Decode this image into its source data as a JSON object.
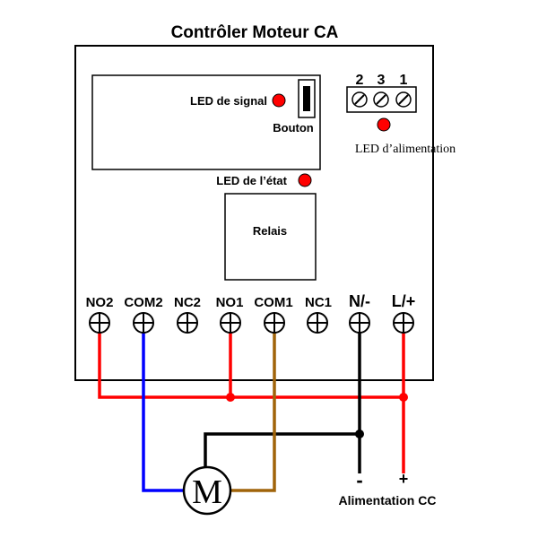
{
  "title": "Contrôler Moteur CA",
  "labels": {
    "led_signal": "LED de signal",
    "button": "Bouton",
    "led_power": "LED d’alimentation",
    "led_status": "LED de l’état",
    "relay": "Relais",
    "motor": "M",
    "minus": "-",
    "plus": "+",
    "dc_supply": "Alimentation CC"
  },
  "connector_top": [
    "2",
    "3",
    "1"
  ],
  "terminals": [
    "NO2",
    "COM2",
    "NC2",
    "NO1",
    "COM1",
    "NC1",
    "N/-",
    "L/+"
  ],
  "colors": {
    "red": "#ff0000",
    "blue": "#0000ff",
    "brown": "#a0640a",
    "black": "#000000",
    "led": "#ff0000"
  }
}
